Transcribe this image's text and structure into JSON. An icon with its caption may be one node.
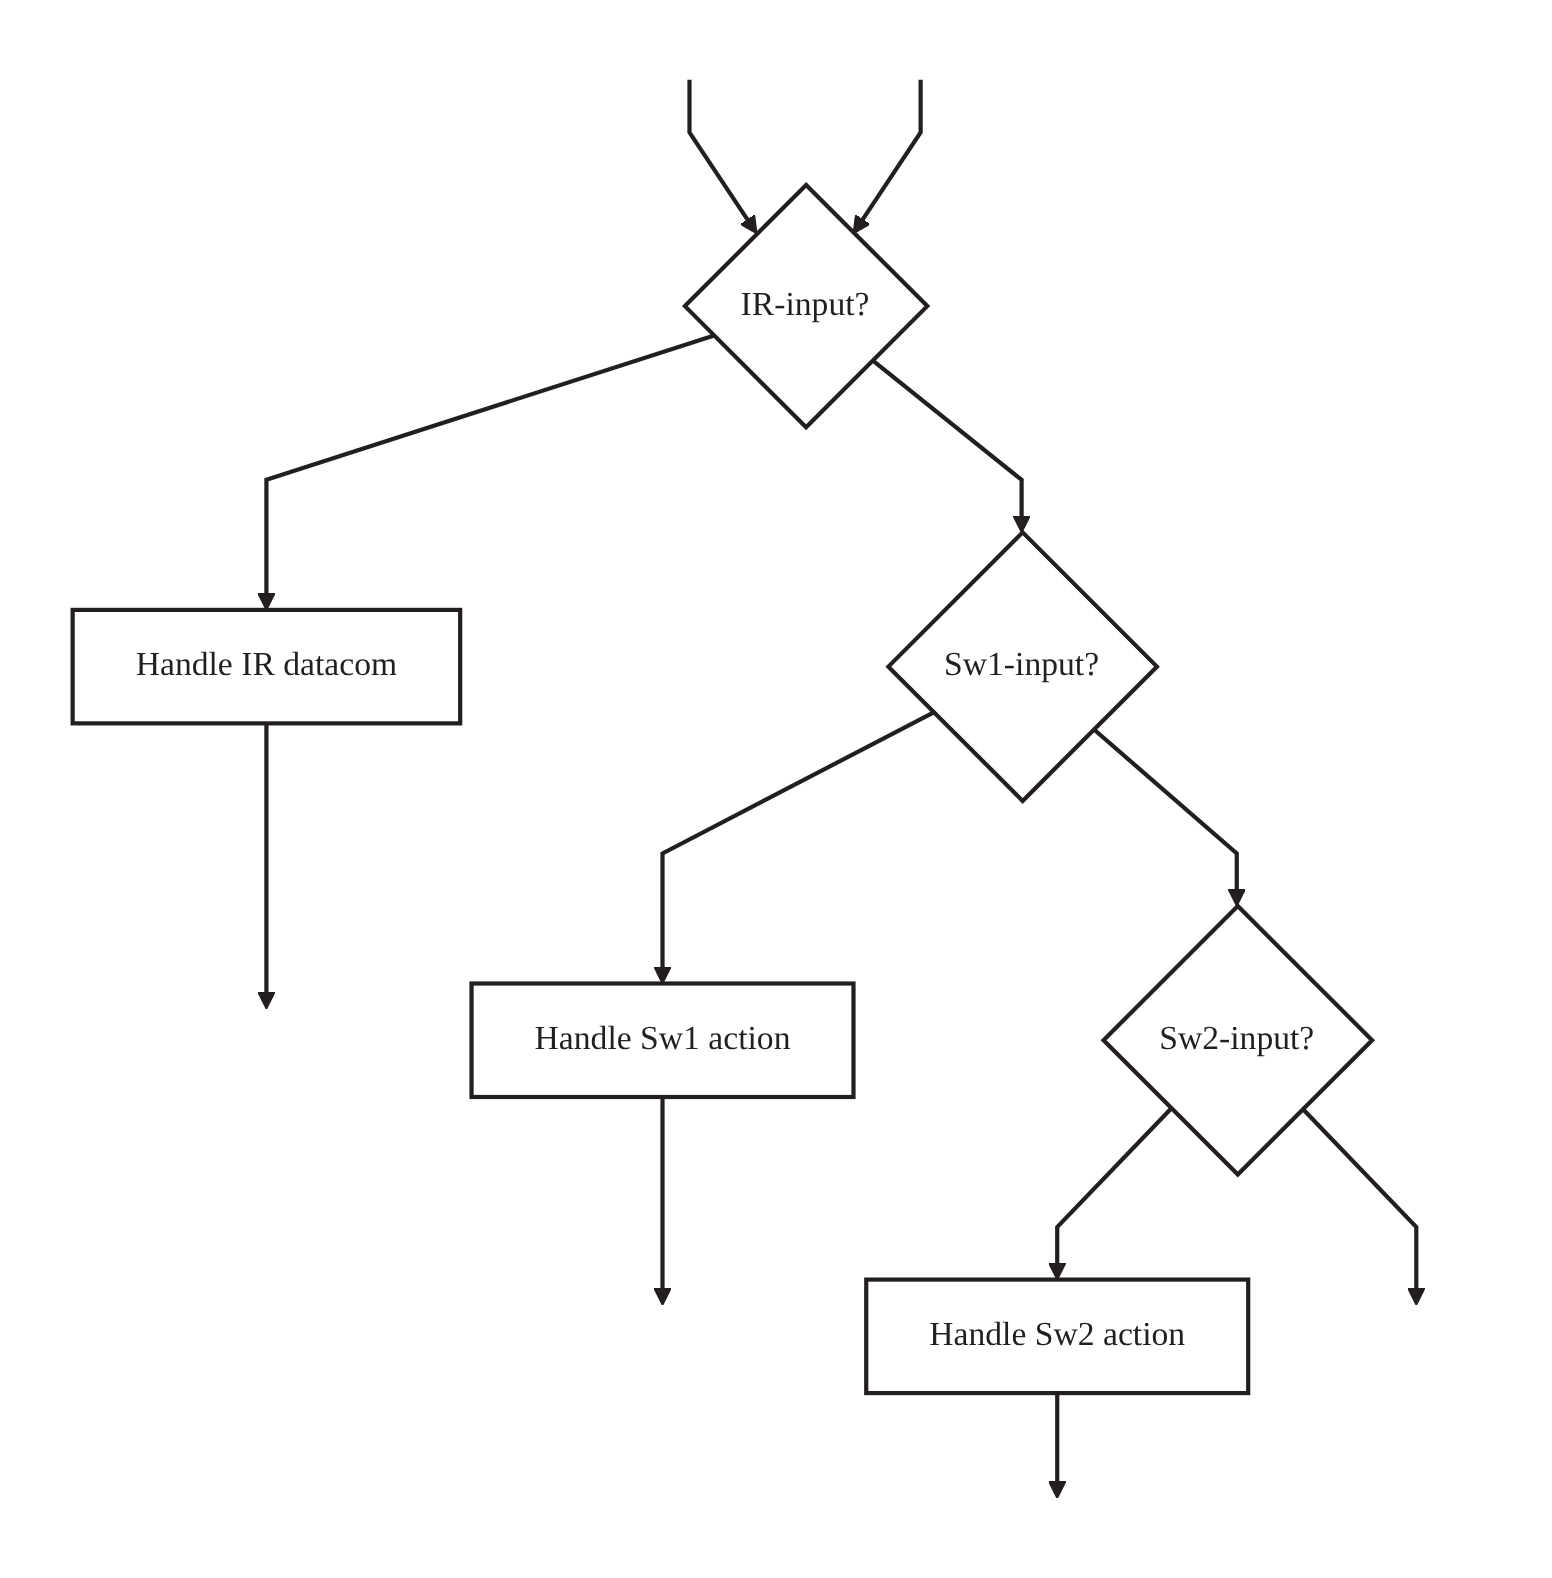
{
  "diagram": {
    "nodes": [
      {
        "text": [
          "IR-input?"
        ]
      },
      {
        "text": [
          "Handle IR datacom"
        ]
      },
      {
        "text": [
          "Sw1-input?"
        ]
      },
      {
        "text": [
          "Handle Sw1 action"
        ]
      },
      {
        "text": [
          "Sw2-input?"
        ]
      },
      {
        "text": [
          "Handle Sw2 action"
        ]
      }
    ],
    "edges": [
      {
        "from": null,
        "to": 0,
        "arrow": "to"
      },
      {
        "from": 0,
        "to": 1,
        "arrow": "to"
      },
      {
        "from": 1,
        "to": null,
        "arrow": "to"
      },
      {
        "from": 0,
        "to": 2,
        "arrow": "to"
      },
      {
        "from": 2,
        "to": 3,
        "arrow": "to"
      },
      {
        "from": 3,
        "to": null,
        "arrow": "to"
      },
      {
        "from": 2,
        "to": 4,
        "arrow": "to"
      },
      {
        "from": 4,
        "to": 5,
        "arrow": "to"
      },
      {
        "from": 5,
        "to": null,
        "arrow": "to"
      },
      {
        "from": 4,
        "to": null,
        "arrow": "to"
      },
      {
        "from": null,
        "to": 0,
        "arrow": "to"
      }
    ]
  }
}
